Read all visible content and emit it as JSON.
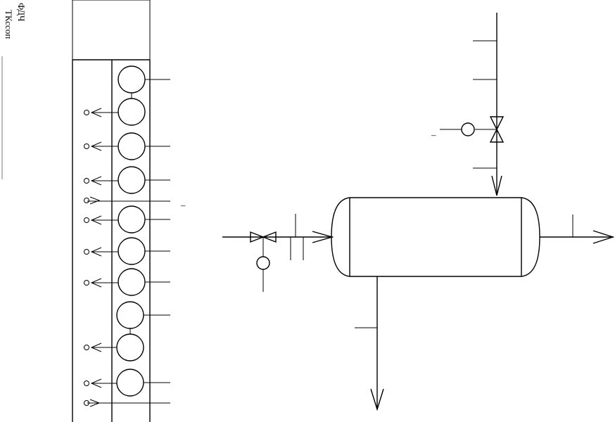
{
  "margin_text": {
    "line1": "ФДЧ",
    "line2": "ТКссоп"
  },
  "minus_marks": [
    "–",
    "–"
  ],
  "components": {
    "column": "distillation-column",
    "vessel": "horizontal-drum",
    "valves": 2,
    "column_instruments": 10
  }
}
